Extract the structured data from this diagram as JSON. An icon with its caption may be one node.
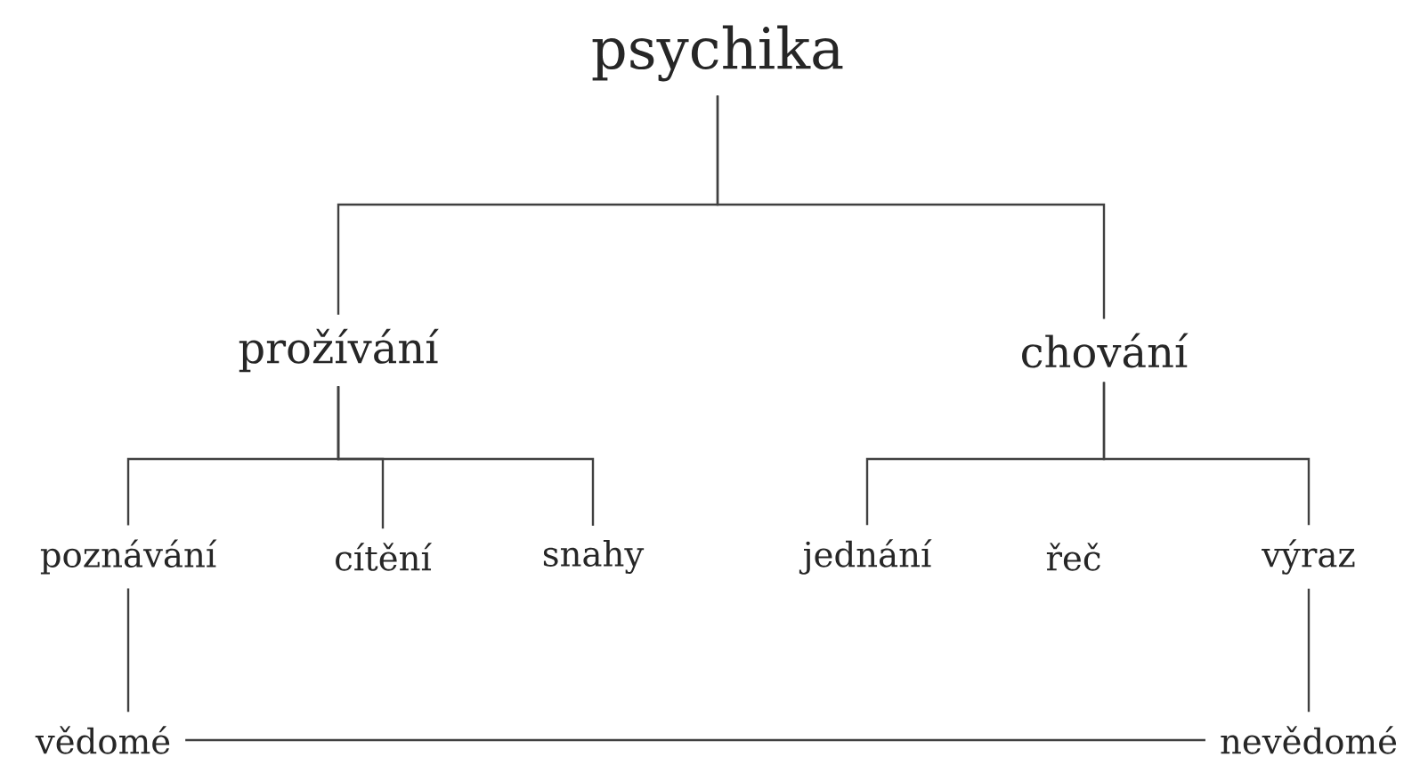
{
  "diagram": {
    "nodes": [
      {
        "text": [
          "psychika"
        ]
      },
      {
        "text": [
          "prožívání"
        ]
      },
      {
        "text": [
          "chování"
        ]
      },
      {
        "text": [
          "poznávání"
        ]
      },
      {
        "text": [
          "cítění"
        ]
      },
      {
        "text": [
          "snahy"
        ]
      },
      {
        "text": [
          "jednání"
        ]
      },
      {
        "text": [
          "řeč"
        ]
      },
      {
        "text": [
          "výraz"
        ]
      },
      {
        "text": [
          "vědomé"
        ]
      },
      {
        "text": [
          "nevědomé"
        ]
      }
    ],
    "edges": [
      {
        "from": 0,
        "to": 1,
        "arrow": "none"
      },
      {
        "from": 0,
        "to": 2,
        "arrow": "none"
      },
      {
        "from": 1,
        "to": 3,
        "arrow": "none"
      },
      {
        "from": 1,
        "to": 4,
        "arrow": "none"
      },
      {
        "from": 1,
        "to": 5,
        "arrow": "none"
      },
      {
        "from": 2,
        "to": 6,
        "arrow": "none"
      },
      {
        "from": 2,
        "to": 8,
        "arrow": "none"
      },
      {
        "from": 3,
        "to": 9,
        "arrow": "none"
      },
      {
        "from": 8,
        "to": 10,
        "arrow": "none"
      },
      {
        "from": 9,
        "to": 10,
        "arrow": "none"
      }
    ]
  }
}
